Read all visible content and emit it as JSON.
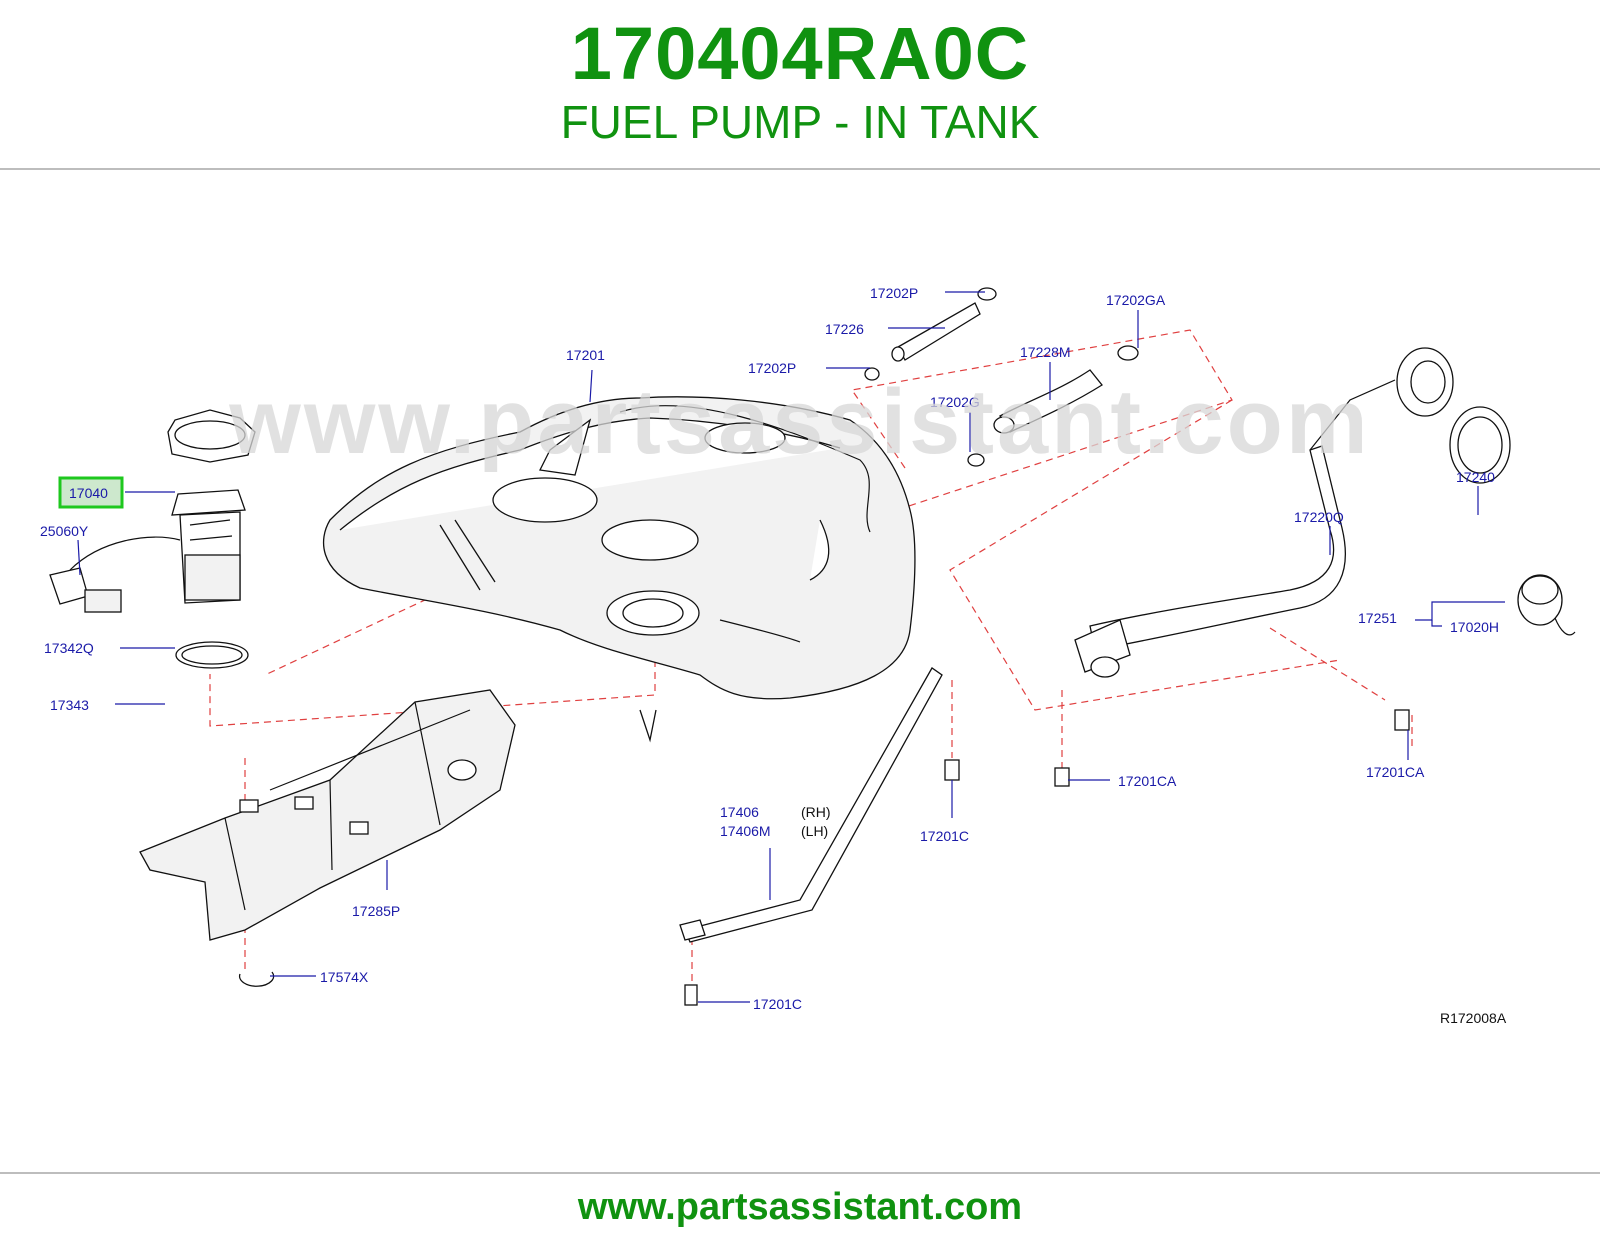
{
  "header": {
    "part_number": "170404RA0C",
    "part_name": "FUEL PUMP - IN TANK"
  },
  "watermark": "www.partsassistant.com",
  "footer": {
    "url": "www.partsassistant.com"
  },
  "diagram": {
    "reference_code": "R172008A",
    "highlighted_part": "17040",
    "labels": {
      "p17343": "17343",
      "p17040": "17040",
      "p25060Y": "25060Y",
      "p17342Q": "17342Q",
      "p17201": "17201",
      "p17202P_top": "17202P",
      "p17226": "17226",
      "p17202P_mid": "17202P",
      "p17202GA": "17202GA",
      "p17228M": "17228M",
      "p17202G": "17202G",
      "p17240": "17240",
      "p17220Q": "17220Q",
      "p17251": "17251",
      "p17020H": "17020H",
      "p17201CA_left": "17201CA",
      "p17201CA_right": "17201CA",
      "p17406": "17406",
      "p17406_side": "(RH)",
      "p17406M": "17406M",
      "p17406M_side": "(LH)",
      "p17201C_right": "17201C",
      "p17285P": "17285P",
      "p17574X": "17574X",
      "p17201C_bottom": "17201C"
    },
    "colors": {
      "title_green": "#109210",
      "label_blue": "#1a1aa8",
      "dash_red": "#e04040",
      "highlight_green": "#1ec81e",
      "highlight_fill": "#cde8cd"
    }
  }
}
